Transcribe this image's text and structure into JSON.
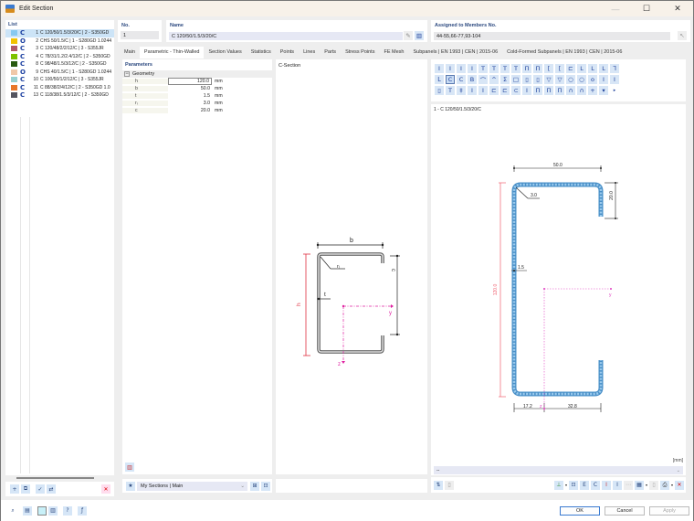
{
  "window": {
    "title": "Edit Section",
    "controls": {
      "minimize": "—",
      "maximize": "☐",
      "close": "✕"
    }
  },
  "list": {
    "header": "List",
    "items": [
      {
        "num": "1",
        "label": "C 120/50/1.5/3/20/C | 2 - S350GD",
        "color": "#87c9f0",
        "glyph": "C",
        "selected": true
      },
      {
        "num": "2",
        "label": "CHS 50/1.5/C | 1 - S280GD 1.0244",
        "color": "#f2c200",
        "glyph": "O"
      },
      {
        "num": "3",
        "label": "C 120/48/2/2/12/C | 3 - S355JR",
        "color": "#b05a6a",
        "glyph": "C"
      },
      {
        "num": "4",
        "label": "C 78/31/1.2/2.4/12/C | 2 - S350GD",
        "color": "#7dc200",
        "glyph": "C"
      },
      {
        "num": "8",
        "label": "C 98/48/1.5/3/12/C | 2 - S350GD",
        "color": "#2a5a10",
        "glyph": "C"
      },
      {
        "num": "9",
        "label": "CHS 40/1.5/C | 1 - S280GD 1.0244",
        "color": "#f0c8a8",
        "glyph": "O"
      },
      {
        "num": "10",
        "label": "C 100/50/1/2/12/C | 3 - S355JR",
        "color": "#98d0d0",
        "glyph": "C"
      },
      {
        "num": "11",
        "label": "C 88/38/2/4/12/C | 2 - S350GD 1.0",
        "color": "#e8782a",
        "glyph": "C"
      },
      {
        "num": "13",
        "label": "C 118/38/1.5/3/12/C | 2 - S350GD",
        "color": "#555560",
        "glyph": "C"
      }
    ]
  },
  "header": {
    "no_label": "No.",
    "no_value": "1",
    "name_label": "Name",
    "name_value": "C 120/50/1.5/3/20/C",
    "assigned_label": "Assigned to Members No.",
    "assigned_value": "44-55,66-77,93-104"
  },
  "tabs": [
    {
      "label": "Main"
    },
    {
      "label": "Parametric - Thin-Walled",
      "active": true
    },
    {
      "label": "Section Values"
    },
    {
      "label": "Statistics"
    },
    {
      "label": "Points"
    },
    {
      "label": "Lines"
    },
    {
      "label": "Parts"
    },
    {
      "label": "Stress Points"
    },
    {
      "label": "FE Mesh"
    },
    {
      "label": "Subpanels | EN 1993 | CEN | 2015-06"
    },
    {
      "label": "Cold-Formed Subpanels | EN 1993 | CEN | 2015-06"
    }
  ],
  "parameters": {
    "header": "Parameters",
    "group": "Geometry",
    "rows": [
      {
        "name": "h",
        "value": "120.0",
        "unit": "mm"
      },
      {
        "name": "b",
        "value": "50.0",
        "unit": "mm"
      },
      {
        "name": "t",
        "value": "1.5",
        "unit": "mm"
      },
      {
        "name": "rᵢ",
        "value": "3.0",
        "unit": "mm"
      },
      {
        "name": "c",
        "value": "20.0",
        "unit": "mm"
      }
    ]
  },
  "sketch": {
    "title": "C-Section",
    "labels": {
      "b": "b",
      "c": "c",
      "h": "h",
      "t": "t",
      "ri": "rᵢ",
      "y": "y",
      "z": "z"
    }
  },
  "shape_palette": {
    "rows": [
      [
        "I",
        "I",
        "I",
        "I",
        "T",
        "T",
        "T",
        "T",
        "Π",
        "Π",
        "[",
        "[",
        "⊏",
        "L",
        "L",
        "L",
        "ᒣ"
      ],
      [
        "ᒪ",
        "C",
        "C",
        "B",
        "⌒",
        "^",
        "Σ",
        "□",
        "▯",
        "▯",
        "▽",
        "▽",
        "○",
        "○",
        "o",
        "I",
        "I"
      ],
      [
        "▯",
        "T",
        "‡",
        "I",
        "I",
        "⊏",
        "⊏",
        "⊂",
        "I",
        "Π",
        "Π",
        "Π",
        "∩",
        "∩",
        "+",
        "▾",
        "▸"
      ]
    ]
  },
  "drawing": {
    "title": "1 - C 120/50/1.5/3/20/C",
    "dims": {
      "b": "50.0",
      "c": "20.0",
      "h": "120.0",
      "r": "3.0",
      "t": "1.5",
      "ey_left": "17.2",
      "ey_right": "32.8",
      "y": "y",
      "z": "z"
    },
    "unit": "[mm]",
    "dropdown_value": "--"
  },
  "library": {
    "dropdown_value": "My Sections | Main"
  },
  "buttons": {
    "ok": "OK",
    "cancel": "Cancel",
    "apply": "Apply"
  }
}
